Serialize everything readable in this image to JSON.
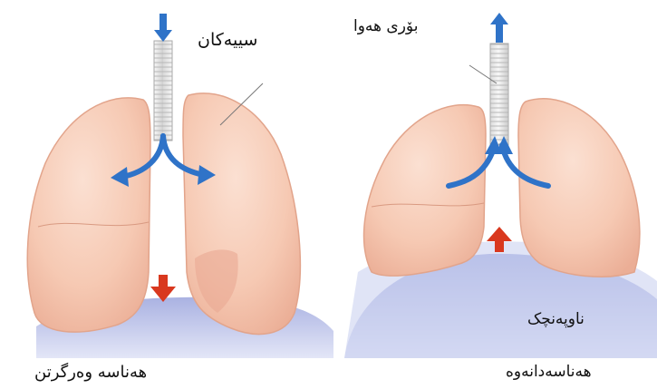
{
  "labels": {
    "lungs": "سییەکان",
    "trachea": "بۆری هەوا",
    "diaphragm": "ناوپەنچک",
    "inhalation": "هەناسە وەرگرتن",
    "exhalation": "هەناسەدانەوە"
  },
  "colors": {
    "lung_fill": "#f6c9b3",
    "lung_edge": "#e5a58b",
    "diaphragm": "#b8bfe6",
    "airflow_arrow": "#2f73c8",
    "diaphragm_arrow": "#d9381e",
    "trachea": "#ececec"
  }
}
